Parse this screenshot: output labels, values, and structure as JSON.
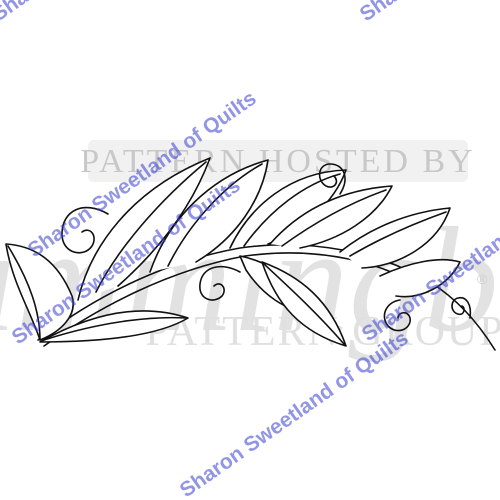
{
  "watermark": {
    "hosted_text": "PATTERN HOSTED BY",
    "brand_text": "Hummingbird",
    "group_text": "PATTERN GROUP",
    "registered_mark": "®",
    "diagonal_text": "Sharon Sweetland of Quilts",
    "diagonal_text_partial": "Sha"
  },
  "colors": {
    "background": "#ffffff",
    "line_art": "#111111",
    "watermark_gray": "#c8c8c8",
    "diagonal_watermark_blue": "#3a3fd0"
  }
}
